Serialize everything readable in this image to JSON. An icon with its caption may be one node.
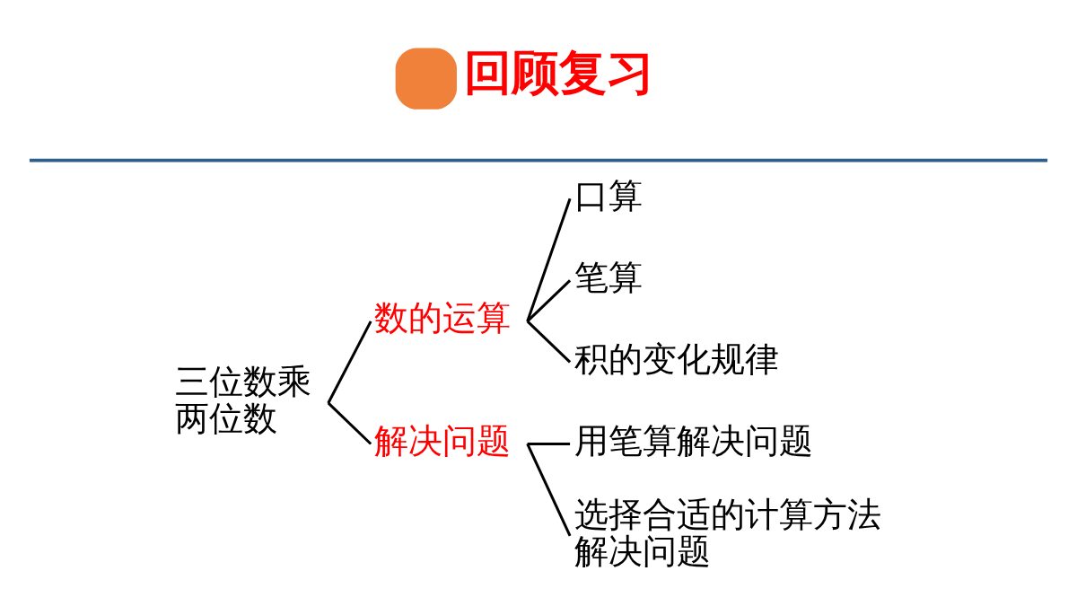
{
  "diagram": {
    "title": "回顾复习",
    "nodes": [
      {
        "text": [
          "三位数乘两位数"
        ]
      },
      {
        "text": [
          "数的运算"
        ]
      },
      {
        "text": [
          "解决问题"
        ]
      },
      {
        "text": [
          "口算"
        ]
      },
      {
        "text": [
          "笔算"
        ]
      },
      {
        "text": [
          "积的变化规律"
        ]
      },
      {
        "text": [
          "用笔算解决问题"
        ]
      },
      {
        "text": [
          "选择合适的计算方法解决问题"
        ]
      }
    ],
    "edges": [
      {
        "from": 0,
        "to": 1,
        "arrow": "none"
      },
      {
        "from": 0,
        "to": 2,
        "arrow": "none"
      },
      {
        "from": 1,
        "to": 3,
        "arrow": "none"
      },
      {
        "from": 1,
        "to": 4,
        "arrow": "none"
      },
      {
        "from": 1,
        "to": 5,
        "arrow": "none"
      },
      {
        "from": 2,
        "to": 6,
        "arrow": "none"
      },
      {
        "from": 2,
        "to": 7,
        "arrow": "none"
      }
    ]
  }
}
